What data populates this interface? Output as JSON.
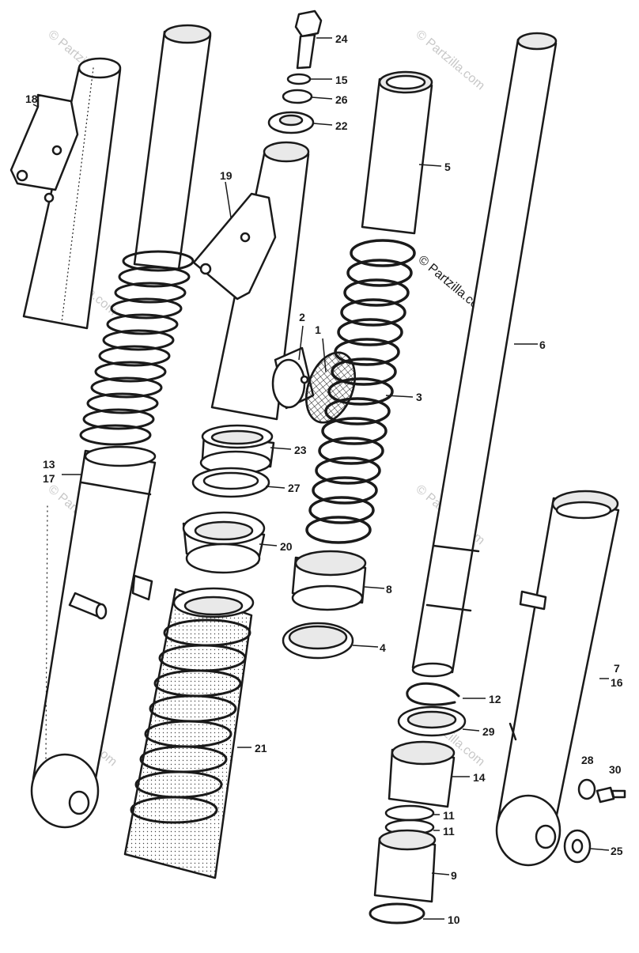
{
  "watermark": {
    "text": "© Partzilla.com"
  },
  "callouts": {
    "c1": "1",
    "c2": "2",
    "c3": "3",
    "c4": "4",
    "c5": "5",
    "c6": "6",
    "c7": "7",
    "c16": "16",
    "c8": "8",
    "c9": "9",
    "c10": "10",
    "c11a": "11",
    "c11b": "11",
    "c12": "12",
    "c13": "13",
    "c17": "17",
    "c14": "14",
    "c15": "15",
    "c18": "18",
    "c19": "19",
    "c20": "20",
    "c21": "21",
    "c22": "22",
    "c23": "23",
    "c24": "24",
    "c25": "25",
    "c26": "26",
    "c27": "27",
    "c28": "28",
    "c29": "29",
    "c30": "30"
  },
  "colors": {
    "ink": "#1a1a1a",
    "paper": "#ffffff",
    "shade": "#e9e9e9",
    "watermark": "#c8c8c8"
  }
}
